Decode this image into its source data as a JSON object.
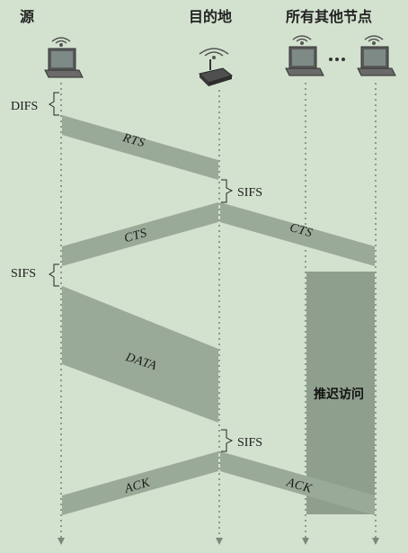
{
  "headers": {
    "source": "源",
    "destination": "目的地",
    "others": "所有其他节点"
  },
  "labels": {
    "difs": "DIFS",
    "sifs": "SIFS"
  },
  "messages": {
    "rts": "RTS",
    "cts": "CTS",
    "data": "DATA",
    "ack": "ACK"
  },
  "defer_access": "推迟访问",
  "colors": {
    "background": "#d3e2cf",
    "message_band": "#9aaa98",
    "defer_band": "#8f9f8d",
    "timeline": "#7a8a78"
  }
}
